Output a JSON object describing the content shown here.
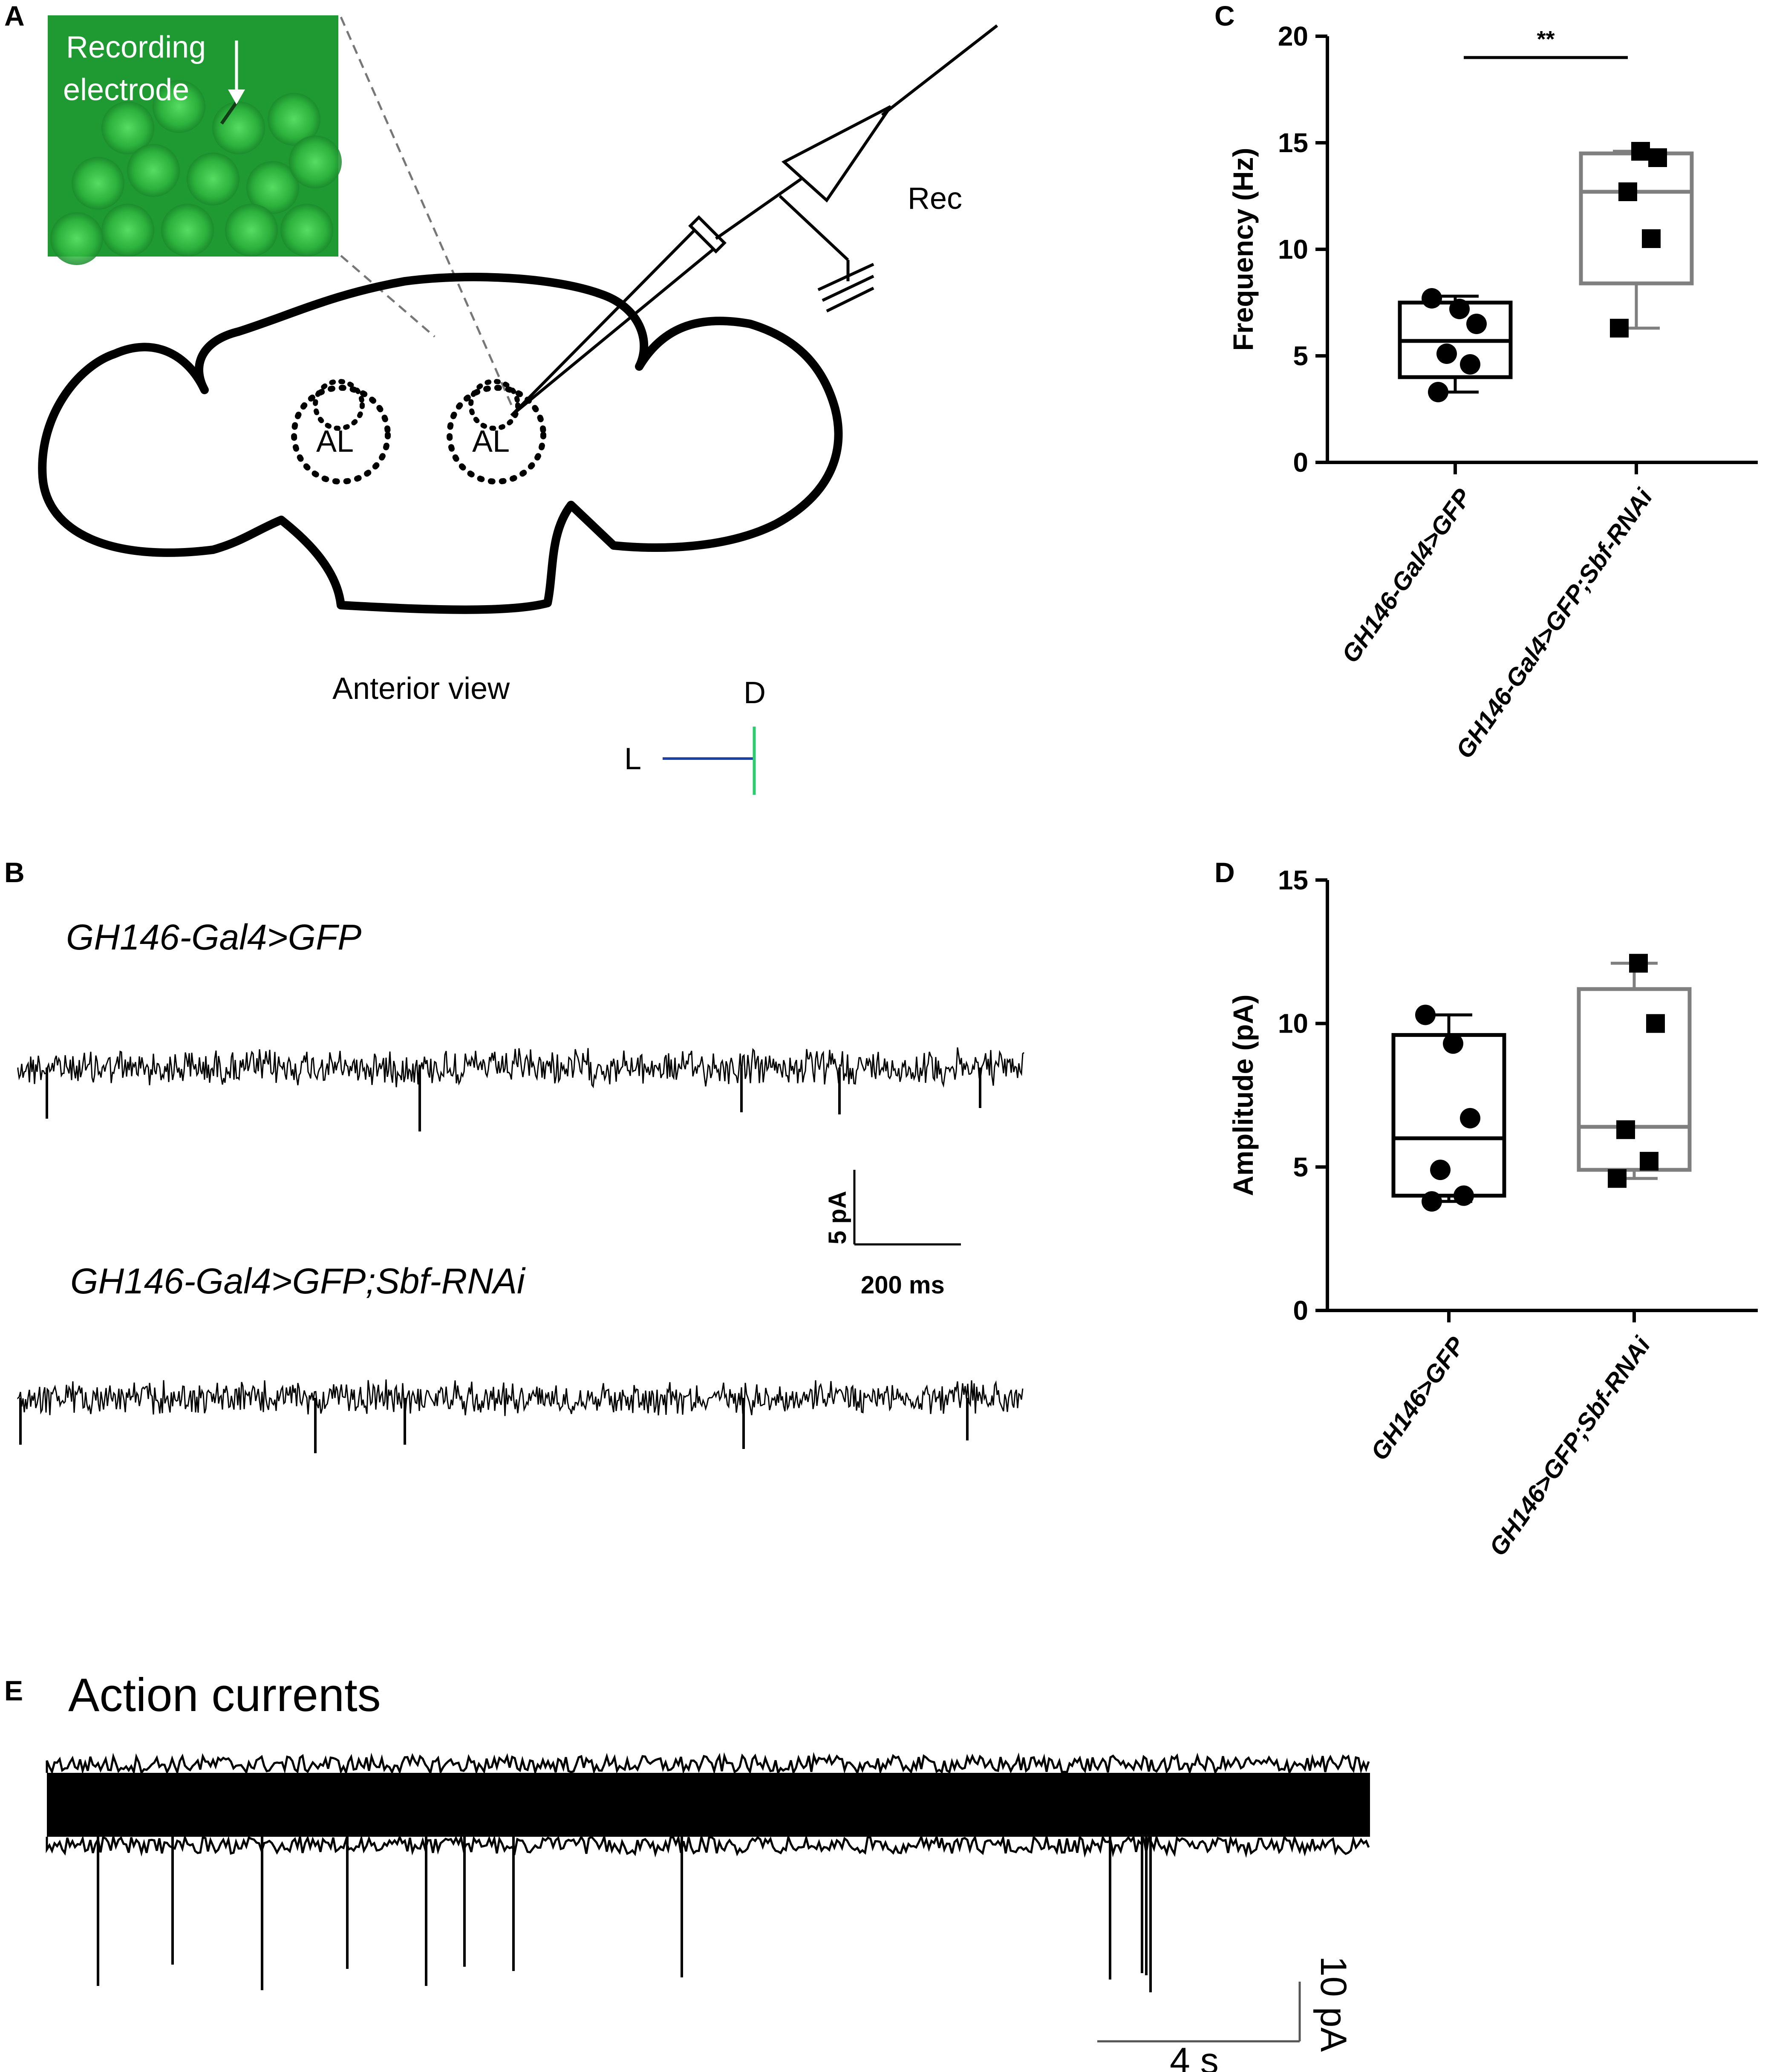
{
  "colors": {
    "ink": "#000000",
    "box_gfp": "#000000",
    "box_rnai": "#7f7f7f",
    "micrograph_green": "#22a83a",
    "axis_lateral": "#1f3fa3",
    "axis_dorsal": "#2ecc71"
  },
  "panel_a": {
    "letter": "A",
    "inset_label": "Recording\nelectrode",
    "inset_line1": "Recording",
    "inset_line2": "electrode",
    "al_left": "AL",
    "al_right": "AL",
    "rec": "Rec",
    "view": "Anterior view",
    "dir_lateral": "L",
    "dir_dorsal": "D"
  },
  "panel_b": {
    "letter": "B",
    "trace1_label": "GH146-Gal4>GFP",
    "trace2_label": "GH146-Gal4>GFP;Sbf-RNAi",
    "scale_y": "5 pA",
    "scale_x": "200 ms"
  },
  "panel_e": {
    "letter": "E",
    "title": "Action currents",
    "scale_y": "10 pA",
    "scale_x": "4 s"
  },
  "chart_data": [
    {
      "panel": "C",
      "type": "box",
      "ylabel": "Frequency (Hz)",
      "ylim": [
        0,
        20
      ],
      "yticks": [
        0,
        5,
        10,
        15,
        20
      ],
      "categories": [
        "GH146-Gal4>GFP",
        "GH146-Gal4>GFP;Sbf-RNAi"
      ],
      "significance": "**",
      "groups": [
        {
          "category": "GH146-Gal4>GFP",
          "marker": "circle",
          "points": [
            3.3,
            4.6,
            5.1,
            6.5,
            7.2,
            7.7
          ],
          "box": {
            "min": 3.3,
            "q1": 4.0,
            "median": 5.7,
            "q3": 7.5,
            "max": 7.8
          }
        },
        {
          "category": "GH146-Gal4>GFP;Sbf-RNAi",
          "marker": "square",
          "points": [
            6.3,
            10.5,
            12.7,
            14.3,
            14.6
          ],
          "box": {
            "min": 6.3,
            "q1": 8.4,
            "median": 12.7,
            "q3": 14.5,
            "max": 14.6
          }
        }
      ]
    },
    {
      "panel": "D",
      "type": "box",
      "ylabel": "Amplitude (pA)",
      "ylim": [
        0,
        15
      ],
      "yticks": [
        0,
        5,
        10,
        15
      ],
      "categories": [
        "GH146>GFP",
        "GH146>GFP;Sbf-RNAi"
      ],
      "groups": [
        {
          "category": "GH146>GFP",
          "marker": "circle",
          "points": [
            3.8,
            4.0,
            4.9,
            6.7,
            9.3,
            10.3
          ],
          "box": {
            "min": 3.8,
            "q1": 4.0,
            "median": 6.0,
            "q3": 9.6,
            "max": 10.3
          }
        },
        {
          "category": "GH146>GFP;Sbf-RNAi",
          "marker": "square",
          "points": [
            4.6,
            5.2,
            6.3,
            10.0,
            12.1
          ],
          "box": {
            "min": 4.6,
            "q1": 4.9,
            "median": 6.4,
            "q3": 11.2,
            "max": 12.1
          }
        }
      ]
    }
  ]
}
